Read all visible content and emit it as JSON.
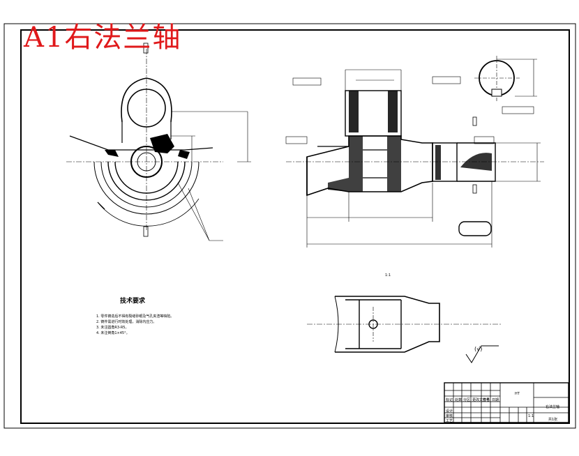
{
  "title_overlay": "A1右法兰轴",
  "drawing": {
    "technical_requirements": {
      "title": "技术要求",
      "notes": [
        "1. 零件铸造后不得有裂缝砂眼及气孔夹渣等缺陷。",
        "2. 铸件需进行时效处理，消除内应力。",
        "3. 未注圆角R3-R5。",
        "4. 未注倒角1×45°。"
      ]
    },
    "section_label": "1:1",
    "roughness_note": "(√)"
  },
  "title_block": {
    "row_labels": [
      "标记",
      "设计",
      "审核",
      "工艺"
    ],
    "col_labels": [
      "处数",
      "分区",
      "更改文件号",
      "签名",
      "日期"
    ],
    "material": "HT",
    "part_name": "右法兰轴",
    "scale": "1:1",
    "sheet": "共1张"
  }
}
